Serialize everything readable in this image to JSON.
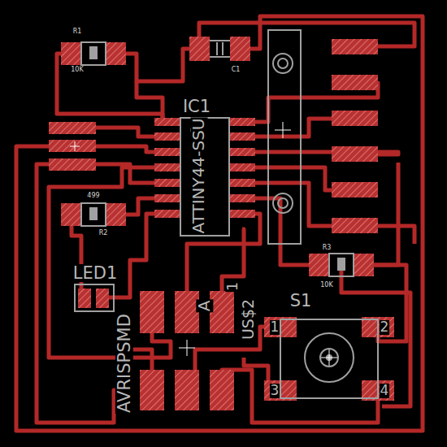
{
  "diagram": {
    "labels": [
      "R1",
      "10K",
      "C1",
      "IC1",
      "ATTINY44-SSU",
      "499",
      "R2",
      "LED1",
      "A",
      "1",
      "US$2",
      "R3",
      "10K",
      "S1",
      "1",
      "2",
      "3",
      "4",
      "AVRISPSMD"
    ]
  }
}
